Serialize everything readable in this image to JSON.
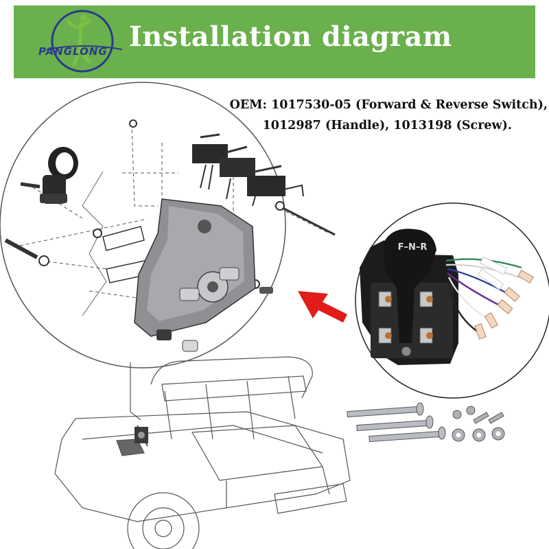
{
  "header": {
    "title": "Installation diagram",
    "logo_text": "PANGLONG",
    "banner_color": "#6ab04c"
  },
  "oem": {
    "line1": "OEM: 1017530-05 (Forward & Reverse Switch),",
    "line2": "1012987 (Handle), 1013198 (Screw)."
  },
  "photo": {
    "knob_label": "F–N–R"
  },
  "colors": {
    "arrow": "#e21b1b",
    "line_art": "#444444"
  }
}
